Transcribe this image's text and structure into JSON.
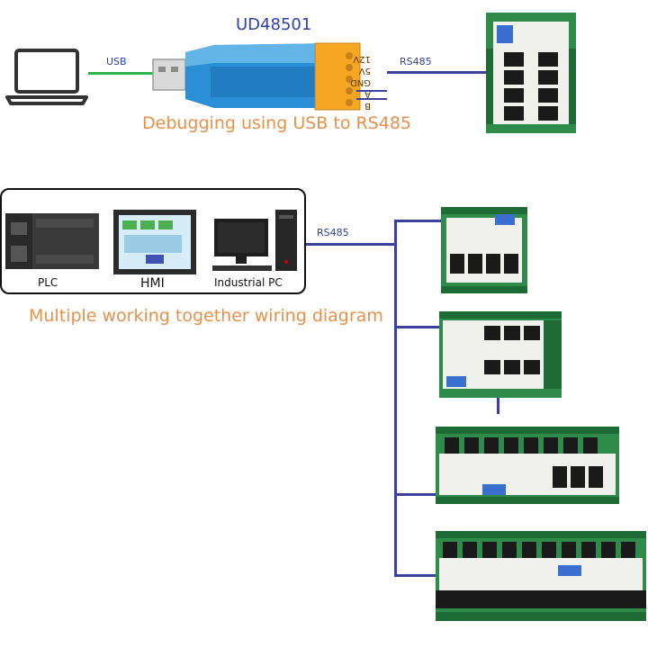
{
  "top": {
    "converter_model": "UD48501",
    "usb_label": "USB",
    "rs485_label": "RS485",
    "caption": "Debugging using USB to RS485",
    "pins": [
      "12V",
      "5V",
      "GND",
      "A",
      "B"
    ]
  },
  "bottom": {
    "rs485_label": "RS485",
    "caption": "Multiple working together wiring diagram",
    "devices": {
      "plc": "PLC",
      "hmi": "HMI",
      "pc": "Industrial PC"
    }
  },
  "colors": {
    "usb_wire": "#2fb34a",
    "rs485_wire": "#3b3f9e",
    "caption": "#e8904a",
    "board_green": "#2e8b4a",
    "relay_black": "#1a1a1a"
  }
}
